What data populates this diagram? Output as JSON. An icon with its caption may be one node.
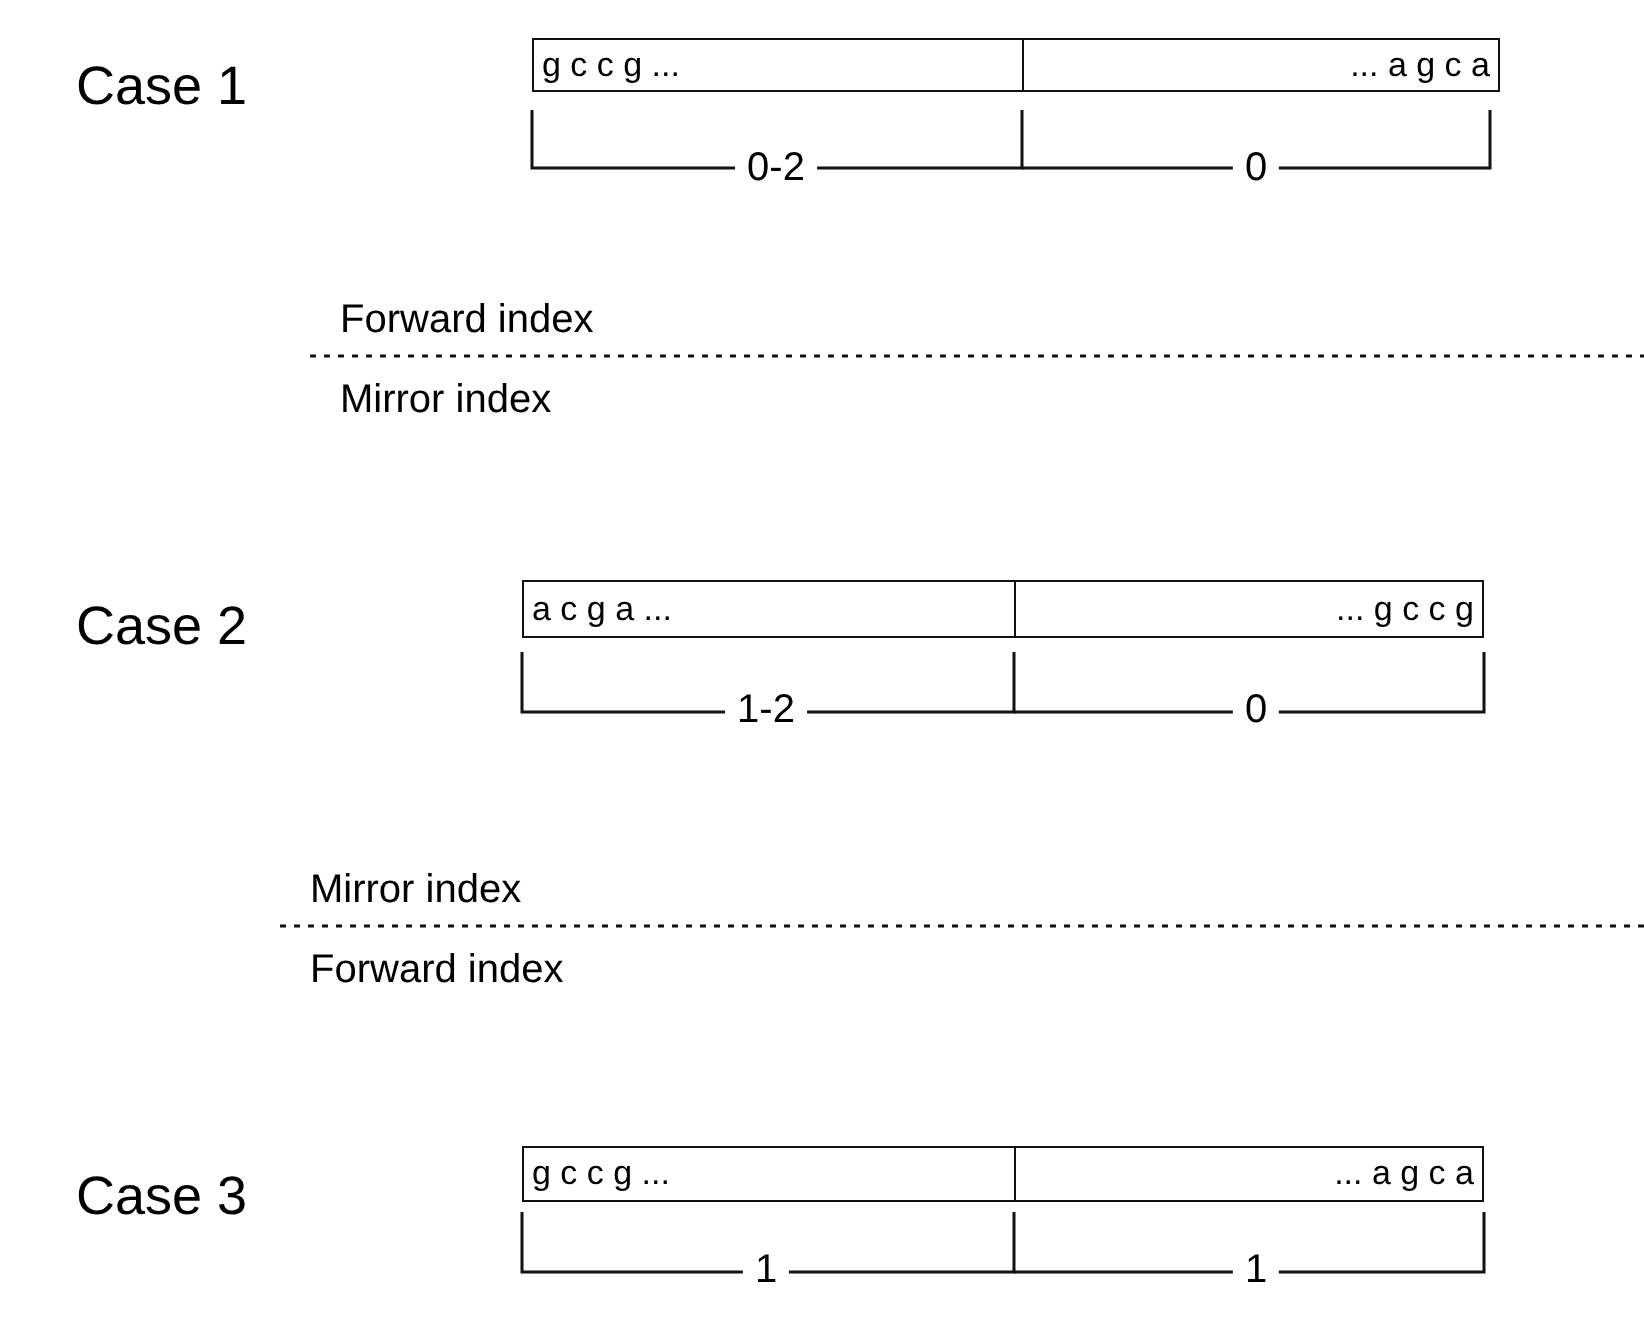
{
  "diagram": {
    "nodes": [
      {
        "text": [
          "g c c g ..."
        ]
      },
      {
        "text": [
          "... a g c a"
        ]
      },
      {
        "text": [
          "a c g a ..."
        ]
      },
      {
        "text": [
          "... g c c g"
        ]
      },
      {
        "text": [
          "g c c g ..."
        ]
      },
      {
        "text": [
          "... a g c a"
        ]
      }
    ],
    "labels": [
      "Case 1",
      "0-2",
      "0",
      "Forward index",
      "Mirror index",
      "Case 2",
      "1-2",
      "0",
      "Mirror index",
      "Forward index",
      "Case 3",
      "1",
      "1"
    ]
  }
}
